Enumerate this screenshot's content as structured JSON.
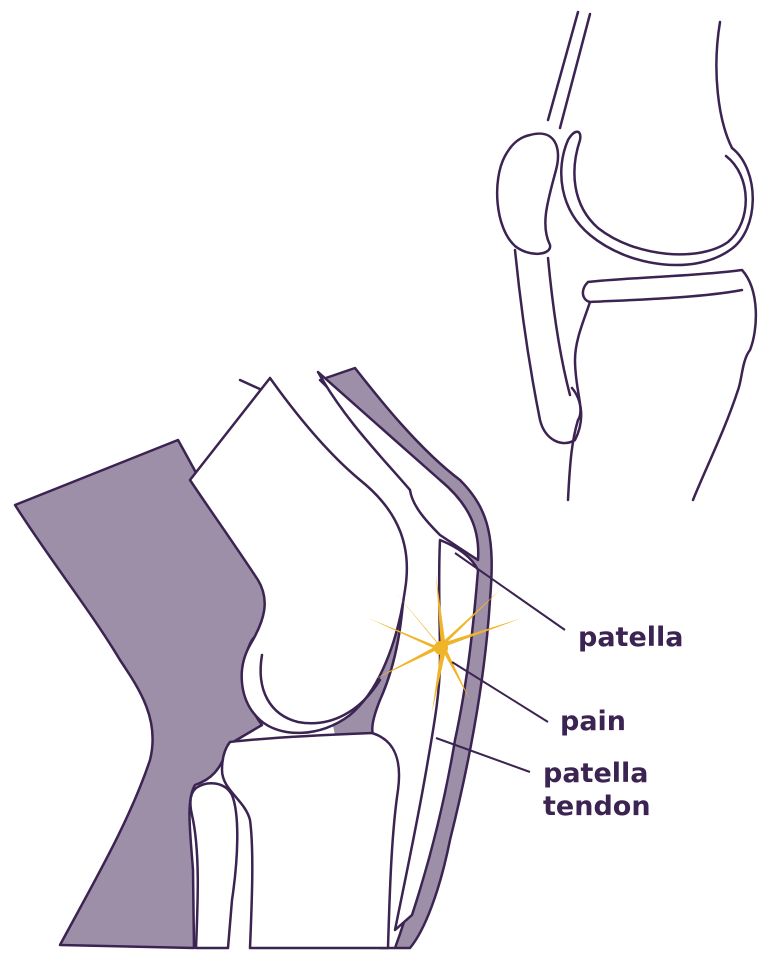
{
  "labels": {
    "patella": "patella",
    "pain": "pain",
    "patella_tendon_line1": "patella",
    "patella_tendon_line2": "tendon"
  },
  "colors": {
    "outline": "#3b2352",
    "tissue_fill": "#9e8fa8",
    "pain_star": "#f0b429",
    "background": "#ffffff"
  },
  "figures": [
    {
      "name": "healthy-knee-outline",
      "style": "outline only"
    },
    {
      "name": "inflamed-knee",
      "style": "filled soft tissue with pain marker"
    }
  ]
}
